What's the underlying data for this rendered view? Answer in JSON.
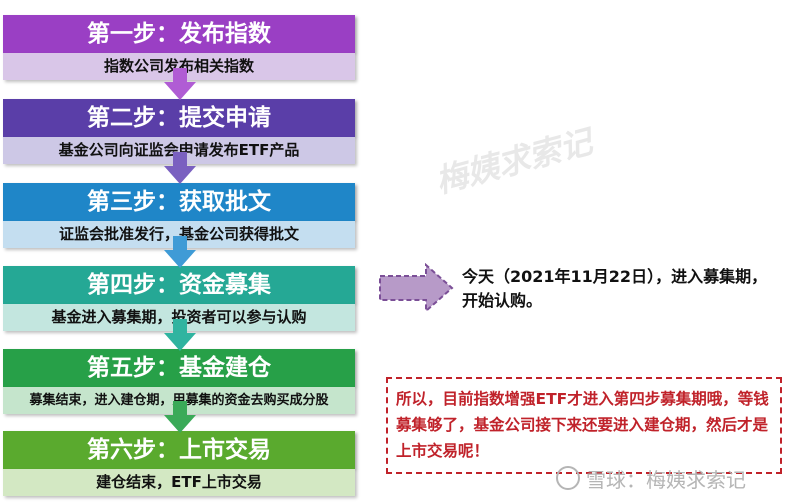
{
  "steps": [
    {
      "title": "第一步：发布指数",
      "desc": "指数公司发布相关指数",
      "title_color": "#9a3fc4",
      "desc_color": "#d9c6e8"
    },
    {
      "title": "第二步：提交申请",
      "desc": "基金公司向证监会申请发布ETF产品",
      "title_color": "#5a3ea8",
      "desc_color": "#cdc8e6"
    },
    {
      "title": "第三步：获取批文",
      "desc": "证监会批准发行，基金公司获得批文",
      "title_color": "#1f86c8",
      "desc_color": "#c4def0"
    },
    {
      "title": "第四步：资金募集",
      "desc": "基金进入募集期，投资者可以参与认购",
      "title_color": "#25a895",
      "desc_color": "#c3e6df"
    },
    {
      "title": "第五步：基金建仓",
      "desc": "募集结束，进入建仓期，用募集的资金去购买成分股",
      "title_color": "#27a048",
      "desc_color": "#c5e5cc"
    },
    {
      "title": "第六步：上市交易",
      "desc": "建仓结束，ETF上市交易",
      "title_color": "#5aaa2e",
      "desc_color": "#d3e8c3"
    }
  ],
  "arrows": [
    {
      "color": "#b05cd4"
    },
    {
      "color": "#7a60c0"
    },
    {
      "color": "#3f9bd6"
    },
    {
      "color": "#30b4a0"
    },
    {
      "color": "#3aaa58"
    }
  ],
  "watermark": "梅姨求索记",
  "callout": {
    "text": "今天（2021年11月22日），进入募集期，开始认购。",
    "arrow_fill": "#b79ac8",
    "arrow_stroke": "#7b4f97"
  },
  "note": {
    "text": "所以，目前指数增强ETF才进入第四步募集期哦，等钱募集够了，基金公司接下来还要进入建仓期，然后才是上市交易呢！",
    "color": "#c0222a"
  },
  "footer": {
    "text": "雪球：梅姨求索记"
  }
}
